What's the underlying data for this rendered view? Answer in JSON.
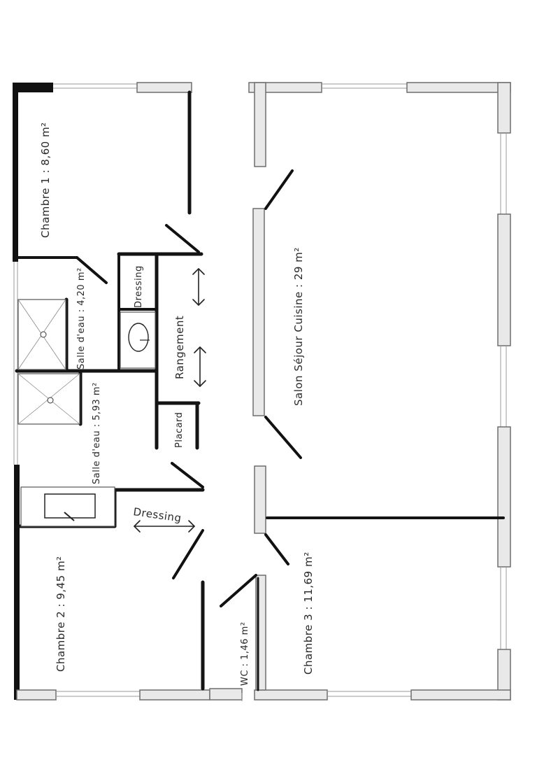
{
  "rooms": {
    "chambre1": "Chambre 1 : 8,60 m²",
    "salle_eau_1": "Salle d'eau : 4,20 m²",
    "dressing_1": "Dressing",
    "rangement": "Rangement",
    "salle_eau_2": "Salle d'eau : 5,93 m²",
    "placard": "Placard",
    "dressing_2": "Dressing",
    "chambre2": "Chambre 2 : 9,45 m²",
    "wc": "WC : 1,46 m²",
    "chambre3": "Chambre 3 : 11,69 m²",
    "salon": "Salon Séjour Cuisine : 29 m²"
  }
}
